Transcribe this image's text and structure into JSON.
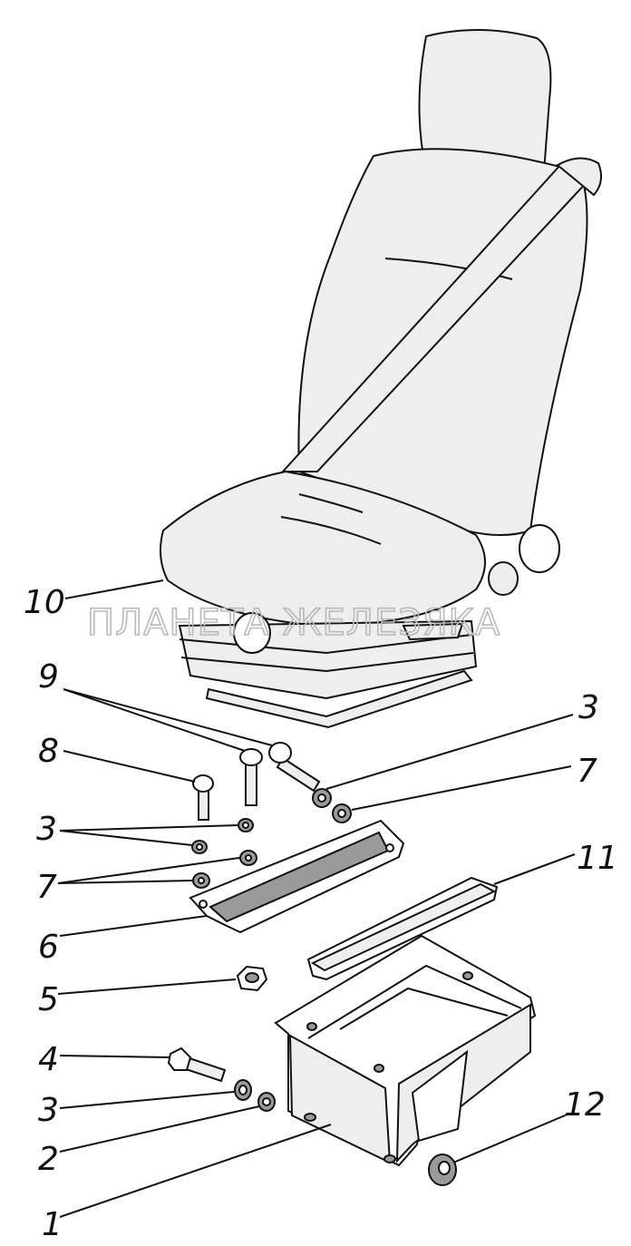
{
  "watermark": "ПЛАНЕТА ЖЕЛЕЗЯКА",
  "callouts": {
    "c10": "10",
    "c9": "9",
    "c8": "8",
    "c3a": "3",
    "c7a": "7",
    "c3b": "3",
    "c7b": "7",
    "c11": "11",
    "c6": "6",
    "c5": "5",
    "c4": "4",
    "c3c": "3",
    "c2": "2",
    "c12": "12",
    "c1": "1"
  }
}
